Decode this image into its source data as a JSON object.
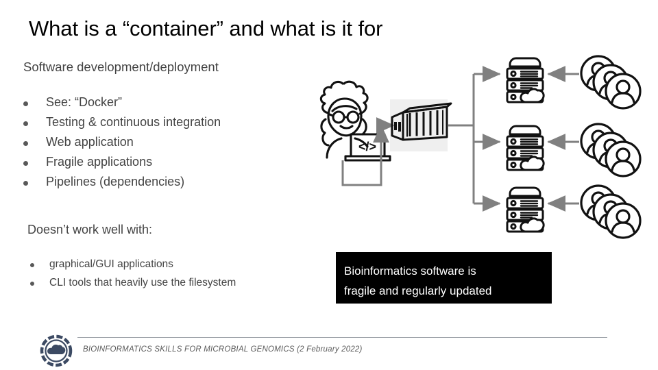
{
  "slide": {
    "title": "What is a “container” and what is it for",
    "background_color": "#ffffff",
    "title_color": "#000000",
    "body_text_color": "#434343",
    "bullet_color": "#595959",
    "callout_bg_color": "#000000",
    "callout_text_color": "#ffffff",
    "diagram_line_color": "#808080",
    "diagram_icon_color": "#111111",
    "container_panel_color": "#efefef",
    "footer_rule_color": "#9aa0a6"
  },
  "sections": {
    "section_1": {
      "lead": "Software development/deployment",
      "bullets": [
        "See: “Docker”",
        "Testing & continuous integration",
        "Web application",
        "Fragile applications",
        "Pipelines (dependencies)"
      ]
    },
    "section_2": {
      "lead": "Doesn’t work well with:",
      "bullets": [
        "graphical/GUI applications",
        "CLI tools that heavily use the filesystem"
      ]
    }
  },
  "callout": {
    "line_1": "Bioinformatics software is",
    "line_2": "fragile and regularly updated"
  },
  "diagram": {
    "developer_icon": "developer-at-laptop-icon",
    "laptop_code_glyph": "</>",
    "container_icon": "shipping-container-icon",
    "server_icons": [
      "cloud-server-icon",
      "cloud-server-icon",
      "cloud-server-icon"
    ],
    "users_icons": [
      "users-group-icon",
      "users-group-icon",
      "users-group-icon"
    ],
    "flow_description": "developer to container to three cloud servers to three user groups"
  },
  "footer": {
    "logo": "cloud-in-circle-logo",
    "text": "BIOINFORMATICS SKILLS FOR MICROBIAL GENOMICS (2 February 2022)"
  }
}
